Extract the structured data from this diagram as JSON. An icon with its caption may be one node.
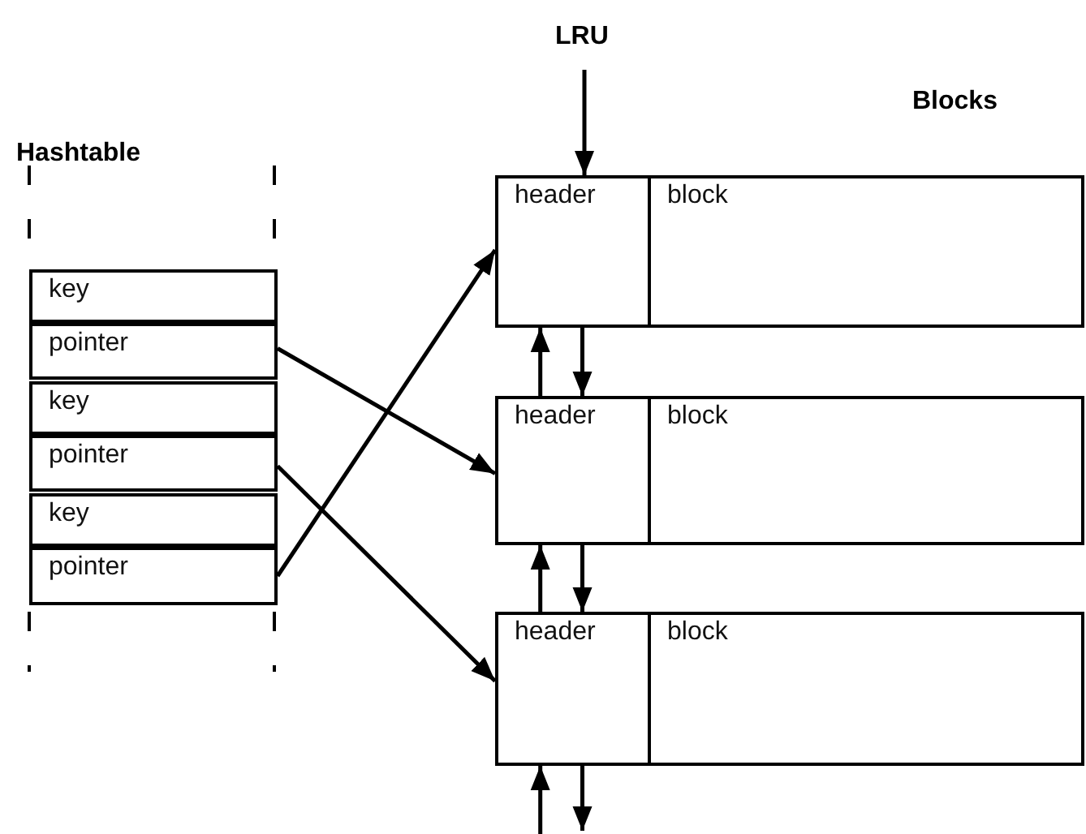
{
  "diagram": {
    "nodes": [
      {
        "text": [
          "LRU"
        ]
      },
      {
        "text": [
          "key"
        ]
      },
      {
        "text": [
          "pointer"
        ]
      },
      {
        "text": [
          "key"
        ]
      },
      {
        "text": [
          "pointer"
        ]
      },
      {
        "text": [
          "key"
        ]
      },
      {
        "text": [
          "pointer"
        ]
      },
      {
        "text": [
          "header"
        ]
      },
      {
        "text": [
          "block"
        ]
      },
      {
        "text": [
          "header"
        ]
      },
      {
        "text": [
          "block"
        ]
      },
      {
        "text": [
          "header"
        ]
      },
      {
        "text": [
          "block"
        ]
      }
    ],
    "edges": [
      {
        "from": 0,
        "to": 7,
        "arrow": "to"
      },
      {
        "from": 2,
        "to": 9,
        "arrow": "to"
      },
      {
        "from": 4,
        "to": 11,
        "arrow": "to"
      },
      {
        "from": 6,
        "to": 7,
        "arrow": "to"
      },
      {
        "from": 9,
        "to": 7,
        "arrow": "to"
      },
      {
        "from": 7,
        "to": 9,
        "arrow": "to"
      },
      {
        "from": 11,
        "to": 9,
        "arrow": "to"
      },
      {
        "from": 9,
        "to": 11,
        "arrow": "to"
      },
      {
        "from": null,
        "to": 11,
        "arrow": "to"
      },
      {
        "from": 11,
        "to": null,
        "arrow": "to"
      }
    ],
    "labels": [
      "Hashtable",
      "Blocks"
    ]
  }
}
